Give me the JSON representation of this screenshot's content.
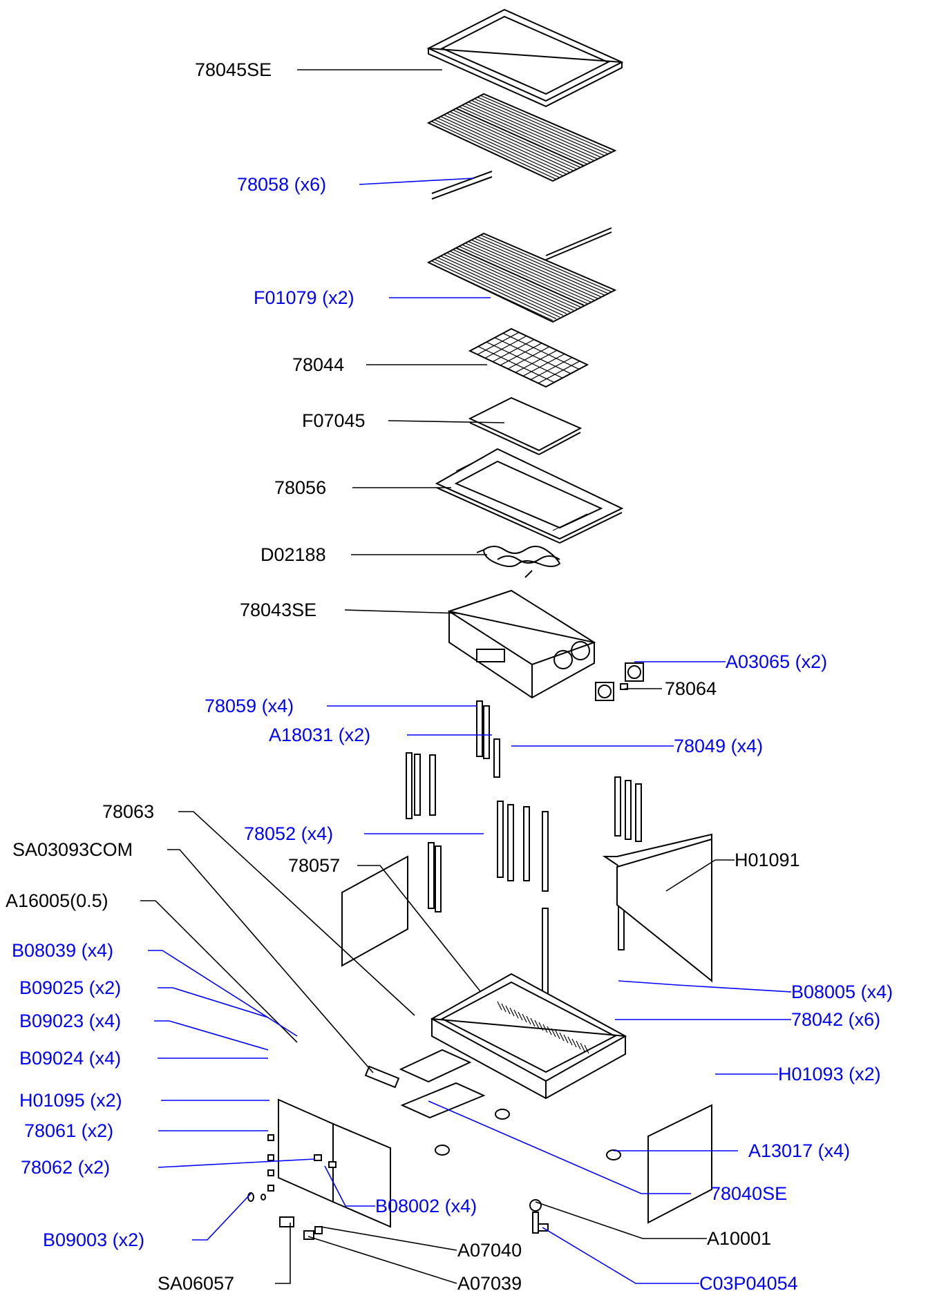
{
  "colors": {
    "standard_part": "#000000",
    "quantity_part": "#0000ff",
    "background": "#ffffff"
  },
  "labels": [
    {
      "id": "78045SE",
      "text": "78045SE",
      "color": "#000000"
    },
    {
      "id": "78058",
      "text": "78058  (x6)",
      "color": "#0000ff"
    },
    {
      "id": "F01079",
      "text": "F01079  (x2)",
      "color": "#0000ff"
    },
    {
      "id": "78044",
      "text": "78044",
      "color": "#000000"
    },
    {
      "id": "F07045",
      "text": "F07045",
      "color": "#000000"
    },
    {
      "id": "78056",
      "text": "78056",
      "color": "#000000"
    },
    {
      "id": "D02188",
      "text": "D02188",
      "color": "#000000"
    },
    {
      "id": "78043SE",
      "text": "78043SE",
      "color": "#000000"
    },
    {
      "id": "A03065",
      "text": "A03065  (x2)",
      "color": "#0000ff"
    },
    {
      "id": "78064",
      "text": "78064",
      "color": "#000000"
    },
    {
      "id": "78059",
      "text": "78059  (x4)",
      "color": "#0000ff"
    },
    {
      "id": "A18031",
      "text": "A18031  (x2)",
      "color": "#0000ff"
    },
    {
      "id": "78049",
      "text": "78049  (x4)",
      "color": "#0000ff"
    },
    {
      "id": "78063",
      "text": "78063",
      "color": "#000000"
    },
    {
      "id": "78052",
      "text": "78052  (x4)",
      "color": "#0000ff"
    },
    {
      "id": "SA03093COM",
      "text": "SA03093COM",
      "color": "#000000"
    },
    {
      "id": "78057",
      "text": "78057",
      "color": "#000000"
    },
    {
      "id": "H01091",
      "text": "H01091",
      "color": "#000000"
    },
    {
      "id": "A16005",
      "text": "A16005(0.5)",
      "color": "#000000"
    },
    {
      "id": "B08039",
      "text": "B08039  (x4)",
      "color": "#0000ff"
    },
    {
      "id": "B09025",
      "text": "B09025  (x2)",
      "color": "#0000ff"
    },
    {
      "id": "B08005",
      "text": "B08005  (x4)",
      "color": "#0000ff"
    },
    {
      "id": "B09023",
      "text": "B09023  (x4)",
      "color": "#0000ff"
    },
    {
      "id": "78042",
      "text": "78042  (x6)",
      "color": "#0000ff"
    },
    {
      "id": "B09024",
      "text": "B09024  (x4)",
      "color": "#0000ff"
    },
    {
      "id": "H01093",
      "text": "H01093  (x2)",
      "color": "#0000ff"
    },
    {
      "id": "H01095",
      "text": "H01095  (x2)",
      "color": "#0000ff"
    },
    {
      "id": "78061",
      "text": "78061  (x2)",
      "color": "#0000ff"
    },
    {
      "id": "A13017",
      "text": "A13017  (x4)",
      "color": "#0000ff"
    },
    {
      "id": "78062",
      "text": "78062  (x2)",
      "color": "#0000ff"
    },
    {
      "id": "78040SE",
      "text": "78040SE",
      "color": "#0000ff"
    },
    {
      "id": "B08002",
      "text": "B08002  (x4)",
      "color": "#0000ff"
    },
    {
      "id": "B09003",
      "text": "B09003  (x2)",
      "color": "#0000ff"
    },
    {
      "id": "A10001",
      "text": "A10001",
      "color": "#000000"
    },
    {
      "id": "A07040",
      "text": "A07040",
      "color": "#000000"
    },
    {
      "id": "SA06057",
      "text": "SA06057",
      "color": "#000000"
    },
    {
      "id": "A07039",
      "text": "A07039",
      "color": "#000000"
    },
    {
      "id": "C03P04054",
      "text": "C03P04054",
      "color": "#0000ff"
    }
  ]
}
